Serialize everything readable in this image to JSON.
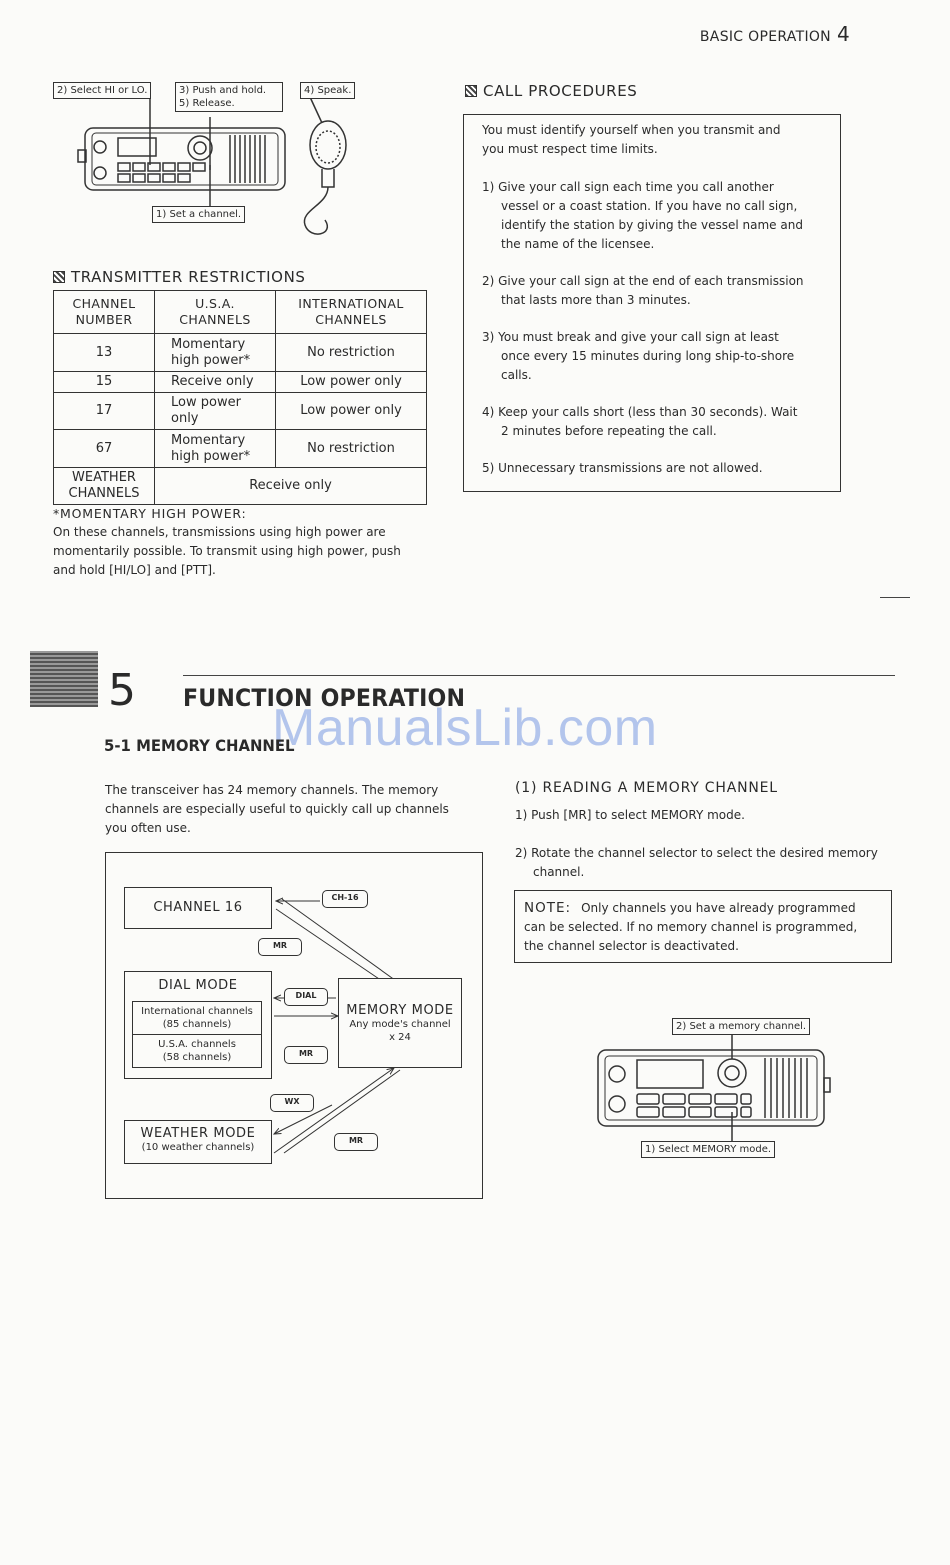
{
  "header": {
    "section": "BASIC OPERATION",
    "page": "4"
  },
  "radio_figure_top": {
    "callouts": [
      "2) Select HI or LO.",
      "3) Push and hold.",
      "5) Release.",
      "4) Speak.",
      "1) Set a channel."
    ]
  },
  "transmitter": {
    "title": "TRANSMITTER RESTRICTIONS",
    "headers": [
      [
        "CHANNEL",
        "NUMBER"
      ],
      [
        "U.S.A.",
        "CHANNELS"
      ],
      [
        "INTERNATIONAL",
        "CHANNELS"
      ]
    ],
    "rows": [
      {
        "channel": "13",
        "usa": [
          "Momentary",
          "high power*"
        ],
        "intl": "No restriction"
      },
      {
        "channel": "15",
        "usa": [
          "Receive only"
        ],
        "intl": "Low power only"
      },
      {
        "channel": "17",
        "usa": [
          "Low power only"
        ],
        "intl": "Low power only"
      },
      {
        "channel": "67",
        "usa": [
          "Momentary",
          "high power*"
        ],
        "intl": "No restriction"
      }
    ],
    "weather_row": {
      "label": [
        "WEATHER",
        "CHANNELS"
      ],
      "value": "Receive only"
    }
  },
  "momentary": {
    "title": "*MOMENTARY HIGH POWER:",
    "lines": [
      "On these channels, transmissions using high power are",
      "momentarily possible. To transmit using high power, push",
      "and hold [HI/LO] and [PTT]."
    ]
  },
  "call": {
    "title": "CALL PROCEDURES",
    "intro": [
      "You must identify yourself when you transmit and",
      "you must respect time limits."
    ],
    "items": [
      [
        "1) Give your call sign each time you call another",
        "vessel or a coast station. If you have no call sign,",
        "identify the station by giving the vessel name and",
        "the name of the licensee."
      ],
      [
        "2) Give your call sign at the end of each transmission",
        "that lasts more than 3 minutes."
      ],
      [
        "3) You must break and give your call sign at least",
        "once every 15 minutes during long ship-to-shore",
        "calls."
      ],
      [
        "4) Keep your calls short (less than 30 seconds). Wait",
        "2 minutes before repeating the call."
      ],
      [
        "5) Unnecessary transmissions are not allowed."
      ]
    ]
  },
  "chapter": {
    "number": "5",
    "title": "FUNCTION OPERATION",
    "watermark": "ManualsLib.com"
  },
  "memory": {
    "title": "5-1 MEMORY CHANNEL",
    "intro": [
      "The transceiver has 24 memory channels. The memory",
      "channels are especially useful to quickly call up channels",
      "you often use."
    ]
  },
  "diagram": {
    "channel16": "CHANNEL 16",
    "dial_mode": "DIAL MODE",
    "intl": [
      "International channels",
      "(85 channels)"
    ],
    "usa": [
      "U.S.A. channels",
      "(58 channels)"
    ],
    "memory_mode": [
      "MEMORY MODE",
      "Any mode's channel",
      "x 24"
    ],
    "weather_mode": [
      "WEATHER MODE",
      "(10 weather channels)"
    ],
    "keys": {
      "ch16": "CH-16",
      "mr": "MR",
      "dial": "DIAL",
      "wx": "WX"
    }
  },
  "reading": {
    "title": "(1) READING A MEMORY CHANNEL",
    "step1": "1) Push [MR] to select MEMORY mode.",
    "step2": [
      "2) Rotate the channel selector to select the desired memory",
      "channel."
    ],
    "note_label": "NOTE:",
    "note": [
      "Only channels you have already programmed",
      "can be selected. If no memory channel is programmed,",
      "the channel selector is deactivated."
    ],
    "callout_top": "2) Set a memory channel.",
    "callout_bottom": "1) Select MEMORY mode."
  }
}
